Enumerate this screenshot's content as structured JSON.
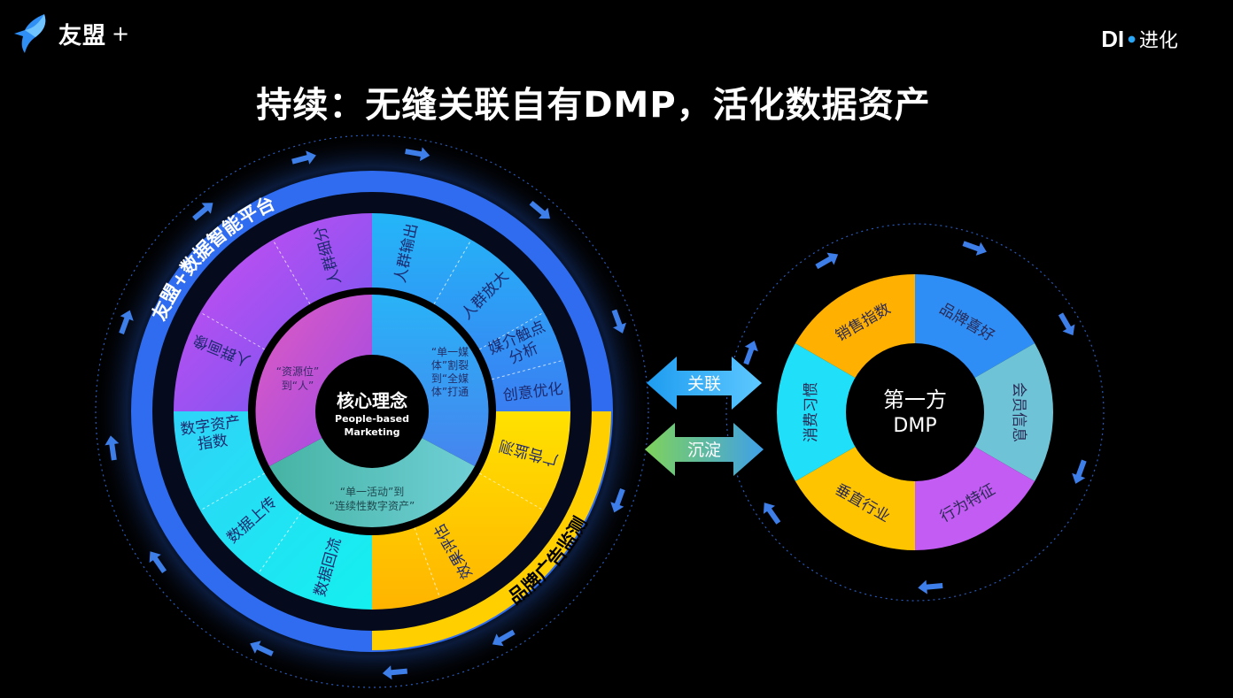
{
  "header": {
    "brand": "友盟",
    "brand_plus": "+",
    "partner_logo": "DI",
    "partner_text": "进化"
  },
  "title": "持续：无缝关联自有DMP，活化数据资产",
  "core": {
    "title": "核心理念",
    "sub1": "People-based",
    "sub2": "Marketing"
  },
  "ring_labels": {
    "platform": "友盟+数据智能平台",
    "monitor": "品牌广告监测"
  },
  "inner_sections": {
    "people": [
      "“资源位”",
      "到“人”"
    ],
    "media": [
      "“单一媒",
      "体”割裂",
      "到“全媒",
      "体”打通"
    ],
    "asset": [
      "“单一活动”到",
      "“连续性数字资产”"
    ]
  },
  "outer_segments": [
    [
      "人群输出"
    ],
    [
      "人群放大"
    ],
    [
      "媒介触点",
      "分析"
    ],
    [
      "创意优化"
    ],
    [
      "广告监测"
    ],
    [
      "效果评估"
    ],
    [
      "数据回流"
    ],
    [
      "数据上传"
    ],
    [
      "数字资产",
      "指数"
    ],
    [
      "人群画像"
    ],
    [
      "人群细分"
    ]
  ],
  "connectors": {
    "link": "关联",
    "settle": "沉淀"
  },
  "dmp": {
    "center": [
      "第一方",
      "DMP"
    ],
    "segments": [
      "品牌喜好",
      "会员信息",
      "行为特征",
      "垂直行业",
      "消费习惯",
      "销售指数"
    ]
  },
  "colors": {
    "blue_ring": "#2f6cf0",
    "yellow": "#ffd400",
    "cyan": "#19e6f4",
    "purple": "#b654f2",
    "sky": "#2aa6f7"
  }
}
